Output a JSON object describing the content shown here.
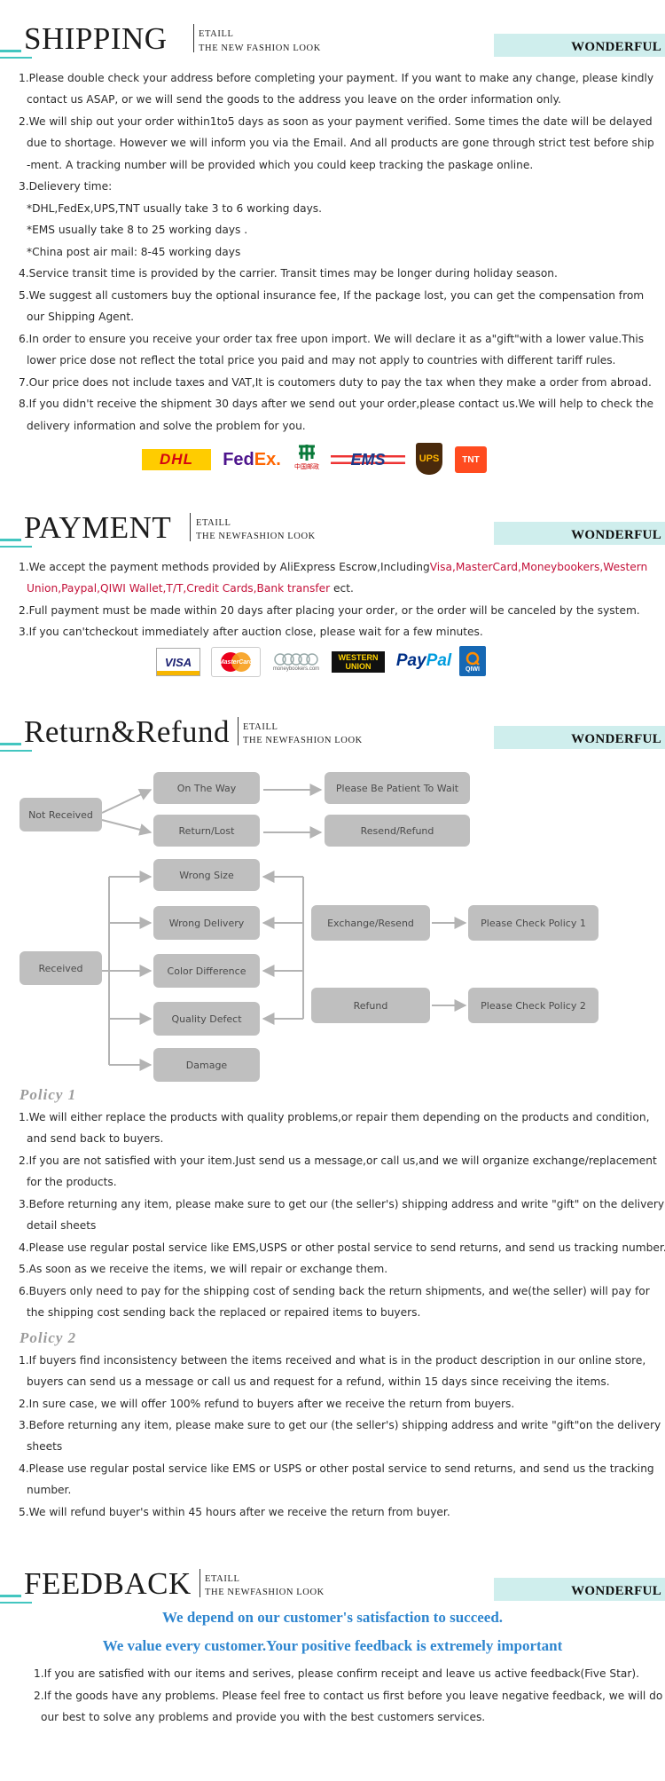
{
  "header_labels": {
    "etaill": "ETAILL",
    "fashion_look": "THE NEW  FASHION LOOK",
    "newfashion_look": "THE NEWFASHION LOOK",
    "wonderful": "WONDERFUL"
  },
  "shipping": {
    "title": "SHIPPING",
    "lines": [
      "1.Please double check your address before completing your payment. If you want to make any change, please kindly",
      "contact us ASAP, or we will send the goods to the address you leave on the order information only.",
      "2.We will ship out your order within1to5 days as soon as your payment verified. Some times the date will be delayed",
      "due to shortage. However we will inform you via the Email. And all products are gone through strict test before ship",
      "-ment. A tracking number will be provided which you could keep tracking the paskage online.",
      "3.Delievery time:",
      "*DHL,FedEx,UPS,TNT usually take 3 to 6 working days.",
      "*EMS usually take 8 to 25 working days .",
      "*China post air mail: 8-45 working days",
      "4.Service transit time is provided by the carrier. Transit times may be longer during holiday season.",
      "5.We suggest all customers buy the optional insurance fee,  If the package lost, you can get the compensation from",
      "our Shipping Agent.",
      "6.In order to ensure you receive your order tax free upon import. We will declare it as a\"gift\"with a lower value.This",
      "lower price dose not reflect the total price you paid and may not apply to countries with different tariff rules.",
      "7.Our price does not include taxes and VAT,It is coutomers duty to pay the tax when they make a order from abroad.",
      "8.If you didn't receive the shipment 30 days after we send out your order,please contact us.We will help to check the",
      "delivery information and solve the problem for you."
    ],
    "logos": {
      "dhl": "DHL",
      "fedex_fed": "Fed",
      "fedex_ex": "Ex.",
      "chinapost": "中国邮政",
      "ems": "EMS",
      "ups": "UPS",
      "tnt": "TNT"
    }
  },
  "payment": {
    "title": "PAYMENT",
    "line1a": "1.We accept the payment methods provided by AliExpress Escrow,Including",
    "line1b": "Visa,MasterCard,Moneybookers,Western",
    "line2a": "Union,Paypal,QIWI Wallet,T/T,Credit Cards,Bank transfer",
    "line2b": " ect.",
    "line3": "2.Full payment must be made within 20 days after placing your order, or the order will be canceled by the system.",
    "line4": "3.If you can'tcheckout immediately after auction close, please wait for a few minutes.",
    "logos": {
      "visa": "VISA",
      "mastercard": "MasterCard",
      "moneybookers": "moneybookers.com",
      "western1": "WESTERN",
      "western2": "UNION",
      "paypal_pay": "Pay",
      "paypal_pal": "Pal",
      "qiwi": "QIWI"
    }
  },
  "refund": {
    "title": "Return&Refund",
    "flow": {
      "not_received": "Not Received",
      "on_the_way": "On The Way",
      "return_lost": "Return/Lost",
      "be_patient": "Please Be Patient To Wait",
      "resend_refund": "Resend/Refund",
      "received": "Received",
      "wrong_size": "Wrong Size",
      "wrong_delivery": "Wrong Delivery",
      "color_difference": "Color Difference",
      "quality_defect": "Quality Defect",
      "damage": "Damage",
      "exchange_resend": "Exchange/Resend",
      "refund": "Refund",
      "check_policy1": "Please Check Policy 1",
      "check_policy2": "Please Check Policy 2"
    },
    "policy1_title": "Policy 1",
    "policy1_lines": [
      "1.We will either replace the products with quality problems,or repair them depending on the products and condition,",
      "and send back to buyers.",
      "2.If you are not satisfied with your item.Just send us a message,or call us,and we will organize exchange/replacement",
      "for the products.",
      "3.Before returning any item, please make sure to get our (the seller's) shipping address and write \"gift\" on the delivery",
      "detail sheets",
      "4.Please use regular postal service like EMS,USPS or other postal service to send returns, and send us tracking number.",
      "5.As soon as we receive the items, we will repair or exchange them.",
      "6.Buyers only need to pay for the shipping cost of sending back the return shipments,  and we(the seller) will pay for",
      "the shipping cost sending back the replaced or repaired items to buyers."
    ],
    "policy2_title": "Policy 2",
    "policy2_lines": [
      "1.If buyers find inconsistency between the items received and what is in the product description in our online store,",
      "buyers can send us a message or call us and request for a refund, within 15 days since receiving the items.",
      "2.In sure case, we will offer 100% refund to buyers  after we receive the return from buyers.",
      "3.Before returning any item, please make sure to get our (the seller's) shipping address and write \"gift\"on the delivery",
      "sheets",
      "4.Please use regular postal service like EMS or USPS or other postal service to send returns, and send us the tracking",
      "number.",
      "5.We will refund buyer's within 45 hours after we receive the return from buyer."
    ]
  },
  "feedback": {
    "title": "FEEDBACK",
    "headline1": "We depend on our customer's satisfaction to succeed.",
    "headline2": "We value every customer.Your positive feedback is extremely important",
    "lines": [
      "1.If you are satisfied with our items and serives, please confirm receipt and leave us active feedback(Five Star).",
      "2.If the goods have any problems. Please feel free to contact us first before you leave negative feedback,  we will do",
      "our best to solve any problems and provide you with the best customers services."
    ]
  },
  "colors": {
    "accent": "#43c6c0",
    "wonder_bg": "#cfeeed",
    "red_text": "#c4123a",
    "feedback_blue": "#2f86cf",
    "flow_box": "#bfbfbf"
  }
}
